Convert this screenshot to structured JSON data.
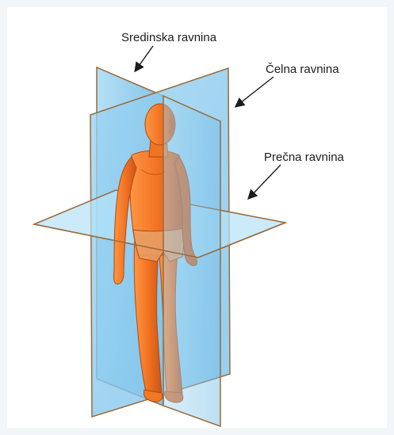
{
  "labels": {
    "sagittal": "Sredinska ravnina",
    "frontal": "Čelna ravnina",
    "transverse": "Prečna ravnina"
  },
  "colors": {
    "background": "#f3f6f8",
    "panel": "#ffffff",
    "plane_fill": "#9fd3f0",
    "plane_edge": "#9b6a3c",
    "body_fill": "#f27826",
    "body_shadow": "#c8561a",
    "body_highlight": "#ff9a4a"
  },
  "icons": {
    "figure": "human-figure-icon"
  }
}
